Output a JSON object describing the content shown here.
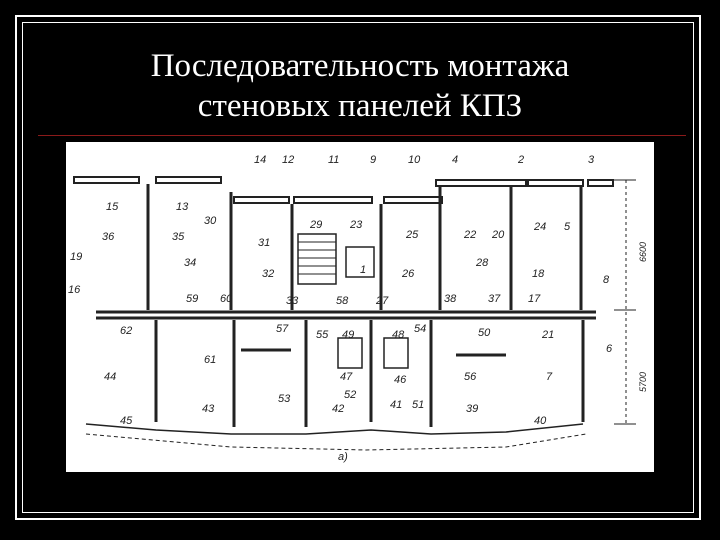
{
  "title": {
    "line1": "Последовательность монтажа",
    "line2": "стеновых панелей КПЗ"
  },
  "plan": {
    "panel_labels": [
      "1",
      "2",
      "3",
      "5",
      "6",
      "7",
      "8",
      "10",
      "11",
      "12",
      "13",
      "14",
      "15",
      "16",
      "17",
      "18",
      "19",
      "20",
      "21",
      "22",
      "23",
      "24",
      "25",
      "26",
      "27",
      "28",
      "29",
      "30",
      "31",
      "32",
      "33",
      "34",
      "35",
      "36",
      "37",
      "38",
      "39",
      "4",
      "40",
      "41",
      "42",
      "43",
      "44",
      "45",
      "46",
      "47",
      "48",
      "49",
      "50",
      "51",
      "52",
      "53",
      "54",
      "55",
      "56",
      "57",
      "58",
      "59",
      "60",
      "61",
      "62",
      "9"
    ],
    "dimension_upper": "6600",
    "dimension_lower": "5700",
    "caption": "а)"
  }
}
